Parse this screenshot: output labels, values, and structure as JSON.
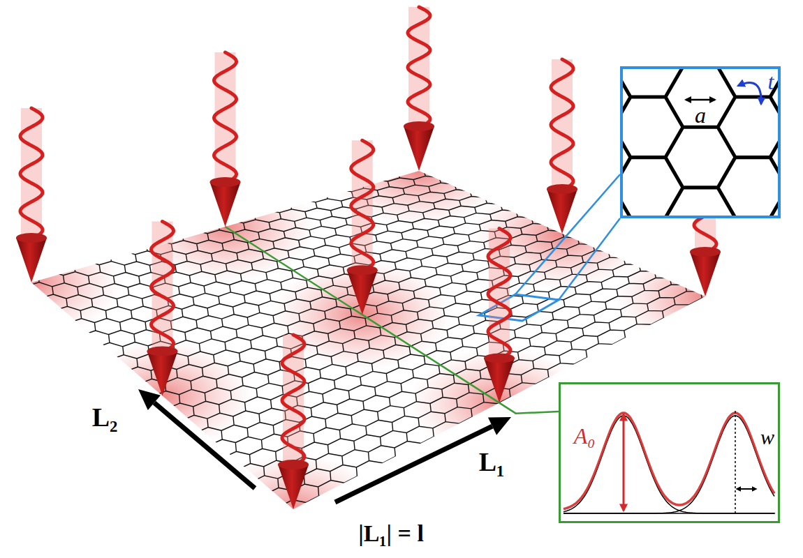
{
  "diagram": {
    "nodes": [
      {
        "text": [
          "a",
          "t"
        ]
      },
      {
        "text": [
          "A₀",
          "w"
        ]
      }
    ],
    "labels": [
      "L₂",
      "L₁",
      "|L₁| = l"
    ]
  }
}
